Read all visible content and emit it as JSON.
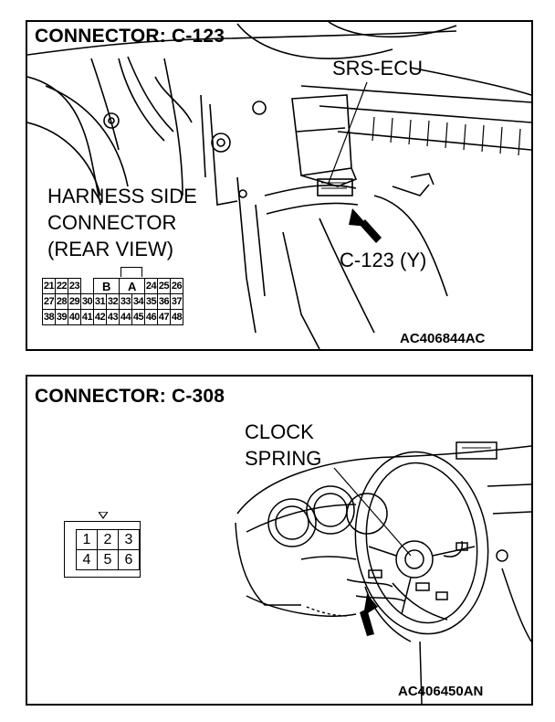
{
  "panel1": {
    "title": "CONNECTOR: C-123",
    "ecu_label": "SRS-ECU",
    "harness_lines": [
      "HARNESS SIDE",
      "CONNECTOR",
      "(REAR VIEW)"
    ],
    "connector_label": "C-123 (Y)",
    "code": "AC406844AC",
    "pins": {
      "row1_left": [
        "21",
        "22",
        "23"
      ],
      "row1_keys": [
        "B",
        "A"
      ],
      "row1_right": [
        "24",
        "25",
        "26"
      ],
      "row2": [
        "27",
        "28",
        "29",
        "30",
        "31",
        "32",
        "33",
        "34",
        "35",
        "36",
        "37"
      ],
      "row3": [
        "38",
        "39",
        "40",
        "41",
        "42",
        "43",
        "44",
        "45",
        "46",
        "47",
        "48"
      ]
    }
  },
  "panel2": {
    "title": "CONNECTOR: C-308",
    "clock_lines": [
      "CLOCK",
      "SPRING"
    ],
    "code": "AC406450AN",
    "pins": [
      [
        "1",
        "2",
        "3"
      ],
      [
        "4",
        "5",
        "6"
      ]
    ]
  }
}
